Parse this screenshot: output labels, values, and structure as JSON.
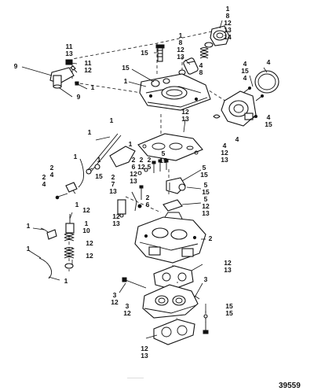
{
  "diagram": {
    "figure_number": "39559",
    "faint_text": "———",
    "callouts": [
      {
        "id": "c01",
        "text": "1"
      },
      {
        "id": "c02",
        "text": "8"
      },
      {
        "id": "c03",
        "text": "12"
      },
      {
        "id": "c04",
        "text": "13"
      },
      {
        "id": "c05",
        "text": "14"
      },
      {
        "id": "c06",
        "text": "1"
      },
      {
        "id": "c07",
        "text": "8"
      },
      {
        "id": "c08",
        "text": "12"
      },
      {
        "id": "c09",
        "text": "13"
      },
      {
        "id": "c10",
        "text": "15"
      },
      {
        "id": "c11",
        "text": "11"
      },
      {
        "id": "c12",
        "text": "13"
      },
      {
        "id": "c13",
        "text": "11"
      },
      {
        "id": "c14",
        "text": "12"
      },
      {
        "id": "c15",
        "text": "9"
      },
      {
        "id": "c16",
        "text": "1"
      },
      {
        "id": "c17",
        "text": "9"
      },
      {
        "id": "c18",
        "text": "15"
      },
      {
        "id": "c19",
        "text": "1"
      },
      {
        "id": "c20",
        "text": "4"
      },
      {
        "id": "c21",
        "text": "8"
      },
      {
        "id": "c22",
        "text": "4"
      },
      {
        "id": "c23",
        "text": "15"
      },
      {
        "id": "c24",
        "text": "4"
      },
      {
        "id": "c25",
        "text": "4"
      },
      {
        "id": "c26",
        "text": "4"
      },
      {
        "id": "c27",
        "text": "15"
      },
      {
        "id": "c28",
        "text": "12"
      },
      {
        "id": "c29",
        "text": "13"
      },
      {
        "id": "c30",
        "text": "4"
      },
      {
        "id": "c31",
        "text": "12"
      },
      {
        "id": "c32",
        "text": "13"
      },
      {
        "id": "c33",
        "text": "4"
      },
      {
        "id": "c34",
        "text": "1"
      },
      {
        "id": "c35",
        "text": "1"
      },
      {
        "id": "c36",
        "text": "1"
      },
      {
        "id": "c37",
        "text": "1"
      },
      {
        "id": "c38",
        "text": "1"
      },
      {
        "id": "c39",
        "text": "15"
      },
      {
        "id": "c40",
        "text": "2"
      },
      {
        "id": "c41",
        "text": "4"
      },
      {
        "id": "c42",
        "text": "2"
      },
      {
        "id": "c43",
        "text": "4"
      },
      {
        "id": "c44",
        "text": "2"
      },
      {
        "id": "c45",
        "text": "6"
      },
      {
        "id": "c46",
        "text": "12"
      },
      {
        "id": "c47",
        "text": "13"
      },
      {
        "id": "c48",
        "text": "2"
      },
      {
        "id": "c49",
        "text": "12"
      },
      {
        "id": "c50",
        "text": "2"
      },
      {
        "id": "c51",
        "text": "5"
      },
      {
        "id": "c52",
        "text": "5"
      },
      {
        "id": "c53",
        "text": "15"
      },
      {
        "id": "c54",
        "text": "5"
      },
      {
        "id": "c55",
        "text": "15"
      },
      {
        "id": "c56",
        "text": "5"
      },
      {
        "id": "c57",
        "text": "15"
      },
      {
        "id": "c58",
        "text": "2"
      },
      {
        "id": "c59",
        "text": "7"
      },
      {
        "id": "c60",
        "text": "13"
      },
      {
        "id": "c61",
        "text": "2"
      },
      {
        "id": "c62",
        "text": "6"
      },
      {
        "id": "c63",
        "text": "12"
      },
      {
        "id": "c64",
        "text": "13"
      },
      {
        "id": "c65",
        "text": "5"
      },
      {
        "id": "c66",
        "text": "12"
      },
      {
        "id": "c67",
        "text": "13"
      },
      {
        "id": "c68",
        "text": "1"
      },
      {
        "id": "c69",
        "text": "12"
      },
      {
        "id": "c70",
        "text": "1"
      },
      {
        "id": "c71",
        "text": "10"
      },
      {
        "id": "c72",
        "text": "1"
      },
      {
        "id": "c73",
        "text": "12"
      },
      {
        "id": "c74",
        "text": "12"
      },
      {
        "id": "c75",
        "text": "2"
      },
      {
        "id": "c76",
        "text": "1"
      },
      {
        "id": "c77",
        "text": "1"
      },
      {
        "id": "c78",
        "text": "12"
      },
      {
        "id": "c79",
        "text": "13"
      },
      {
        "id": "c80",
        "text": "3"
      },
      {
        "id": "c81",
        "text": "3"
      },
      {
        "id": "c82",
        "text": "12"
      },
      {
        "id": "c83",
        "text": "3"
      },
      {
        "id": "c84",
        "text": "12"
      },
      {
        "id": "c85",
        "text": "15"
      },
      {
        "id": "c86",
        "text": "15"
      },
      {
        "id": "c87",
        "text": "12"
      },
      {
        "id": "c88",
        "text": "13"
      }
    ]
  }
}
